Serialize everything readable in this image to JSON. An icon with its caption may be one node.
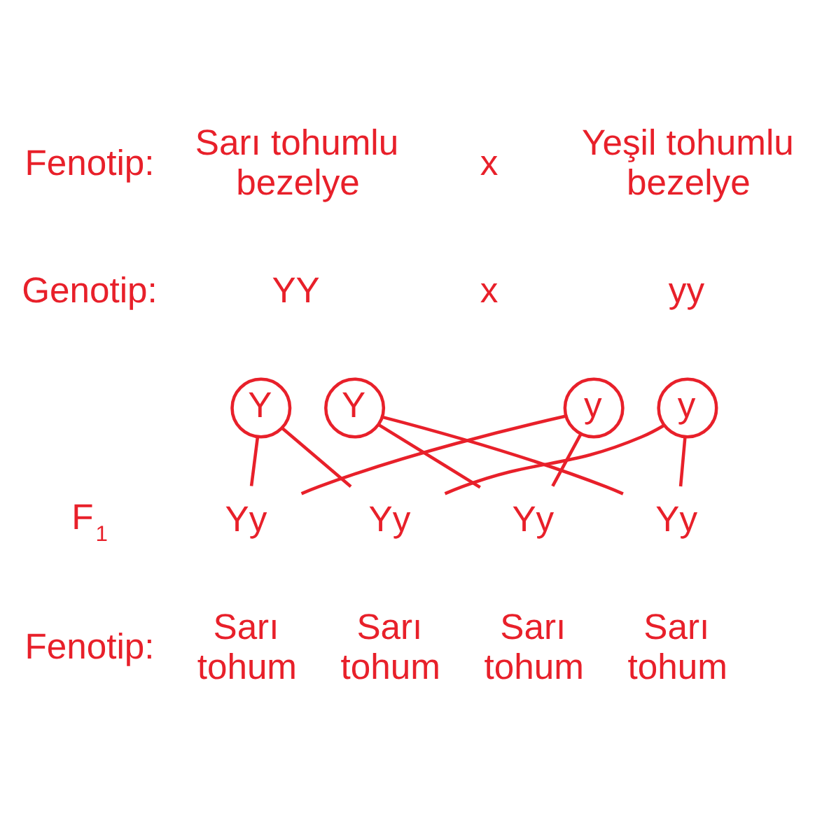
{
  "diagram": {
    "nodes": [
      {
        "text": [
          "Y"
        ]
      },
      {
        "text": [
          "Y"
        ]
      },
      {
        "text": [
          "y"
        ]
      },
      {
        "text": [
          "y"
        ]
      },
      {
        "text": [
          "Yy"
        ]
      },
      {
        "text": [
          "Yy"
        ]
      },
      {
        "text": [
          "Yy"
        ]
      },
      {
        "text": [
          "Yy"
        ]
      }
    ],
    "edges": [
      {
        "from": 0,
        "to": 4,
        "arrow": "none"
      },
      {
        "from": 0,
        "to": 5,
        "arrow": "none"
      },
      {
        "from": 1,
        "to": 6,
        "arrow": "none"
      },
      {
        "from": 1,
        "to": 7,
        "arrow": "none"
      },
      {
        "from": 2,
        "to": 4,
        "arrow": "none"
      },
      {
        "from": 2,
        "to": 6,
        "arrow": "none"
      },
      {
        "from": 3,
        "to": 5,
        "arrow": "none"
      },
      {
        "from": 3,
        "to": 7,
        "arrow": "none"
      }
    ],
    "labels": [
      "Fenotip:",
      "Sarı tohumlu bezelye",
      "x",
      "Yeşil tohumlu bezelye",
      "Genotip:",
      "YY",
      "x",
      "yy",
      "F$_{1}$",
      "Fenotip:",
      "Sarı tohum",
      "Sarı tohum",
      "Sarı tohum",
      "Sarı tohum"
    ]
  }
}
